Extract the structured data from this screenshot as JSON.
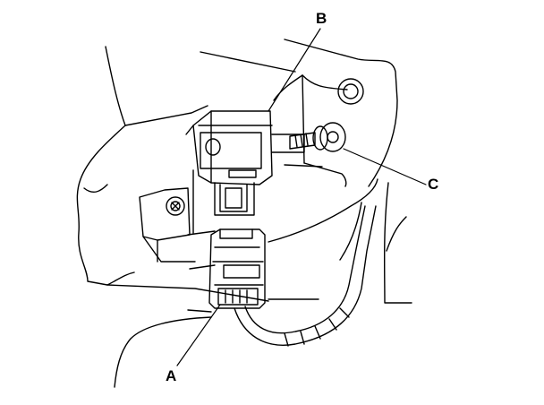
{
  "callouts": {
    "a": "A",
    "b": "B",
    "c": "C"
  },
  "parts": [
    "connector-a",
    "sensor-b",
    "bolt-c"
  ],
  "colors": {
    "line": "#000000",
    "background": "#ffffff"
  }
}
